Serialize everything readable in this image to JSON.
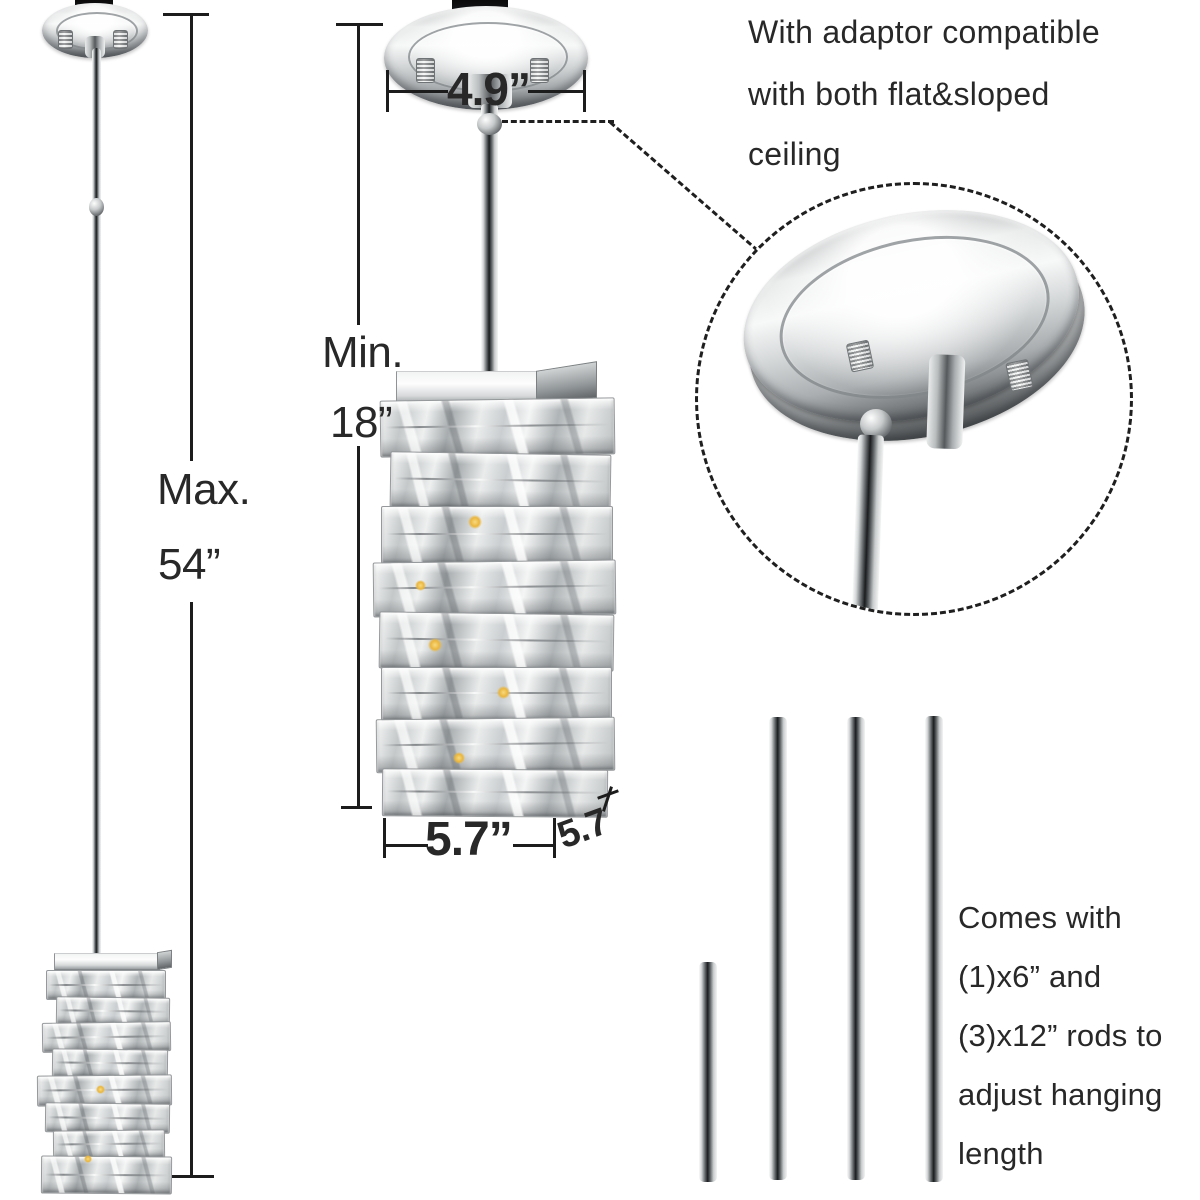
{
  "notes": {
    "adaptor": [
      "With adaptor compatible",
      "with both flat&sloped",
      "ceiling"
    ],
    "rods": [
      "Comes with",
      "(1)x6” and",
      "(3)x12” rods to",
      "adjust hanging",
      "length"
    ]
  },
  "dims": {
    "max": {
      "label": "Max.",
      "value": "54”"
    },
    "min": {
      "label": "Min.",
      "value": "18”"
    },
    "canopy_width": "4.9”",
    "shade_width": "5.7”",
    "shade_depth": "5.7"
  },
  "colors": {
    "background": "#ffffff",
    "line": "#1c1c1c",
    "text": "#282828",
    "chrome_dark": "#55595b",
    "chrome_light": "#f7f8f8",
    "glow": "#eab63e"
  }
}
